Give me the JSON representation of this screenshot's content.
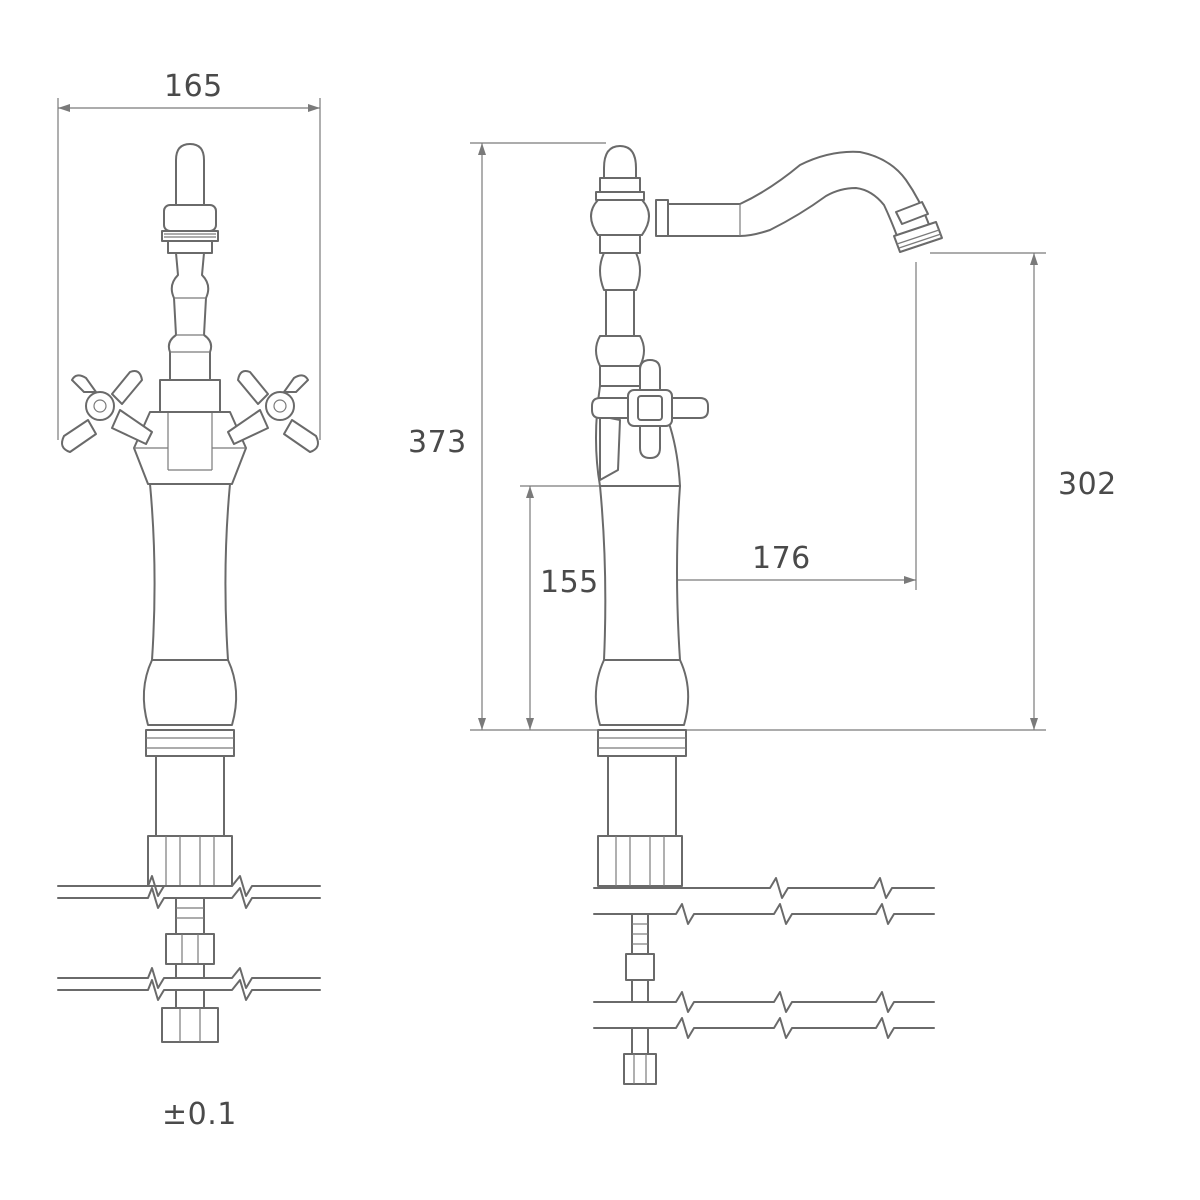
{
  "front_view": {
    "width_dimension": "165",
    "tolerance": "±0.1"
  },
  "side_view": {
    "total_height": "373",
    "body_height": "155",
    "spout_reach": "176",
    "spout_height": "302"
  }
}
